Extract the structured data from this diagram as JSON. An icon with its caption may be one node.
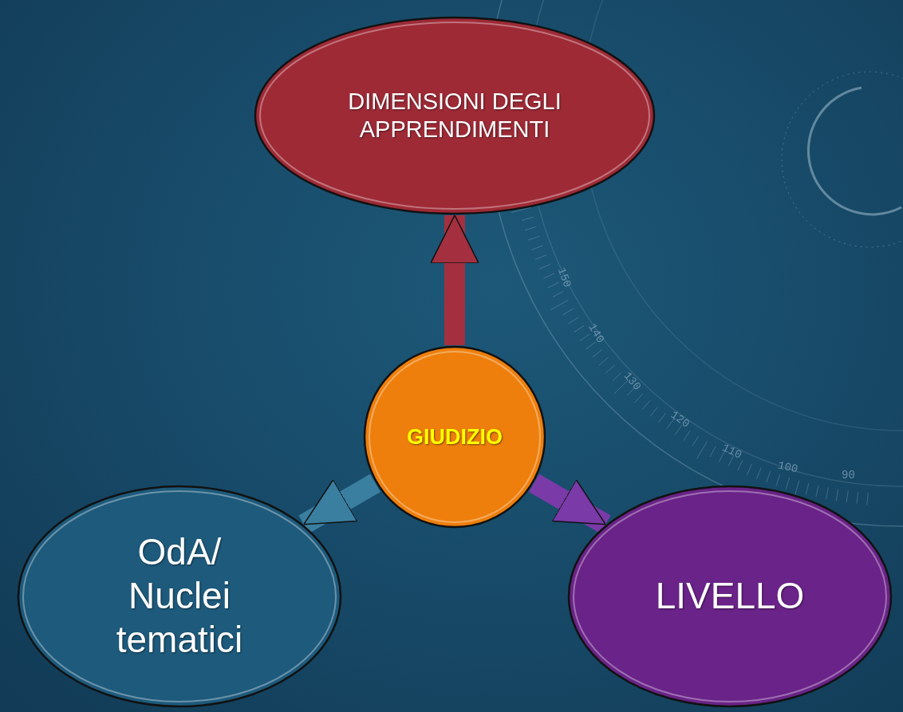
{
  "diagram": {
    "nodes": [
      {
        "text": [
          "DIMENSIONI DEGLI APPRENDIMENTI"
        ]
      },
      {
        "text": [
          "GIUDIZIO"
        ]
      },
      {
        "text": [
          "OdA/ Nuclei tematici"
        ]
      },
      {
        "text": [
          "LIVELLO"
        ]
      }
    ],
    "edges": [
      {
        "from": 1,
        "to": 0,
        "arrow": "to",
        "color": "#a4303f"
      },
      {
        "from": 1,
        "to": 2,
        "arrow": "to",
        "color": "#3a7ea0"
      },
      {
        "from": 1,
        "to": 3,
        "arrow": "to",
        "color": "#7a3aa8"
      }
    ],
    "labels": [
      "150",
      "140",
      "130",
      "120",
      "110",
      "100",
      "90"
    ]
  }
}
